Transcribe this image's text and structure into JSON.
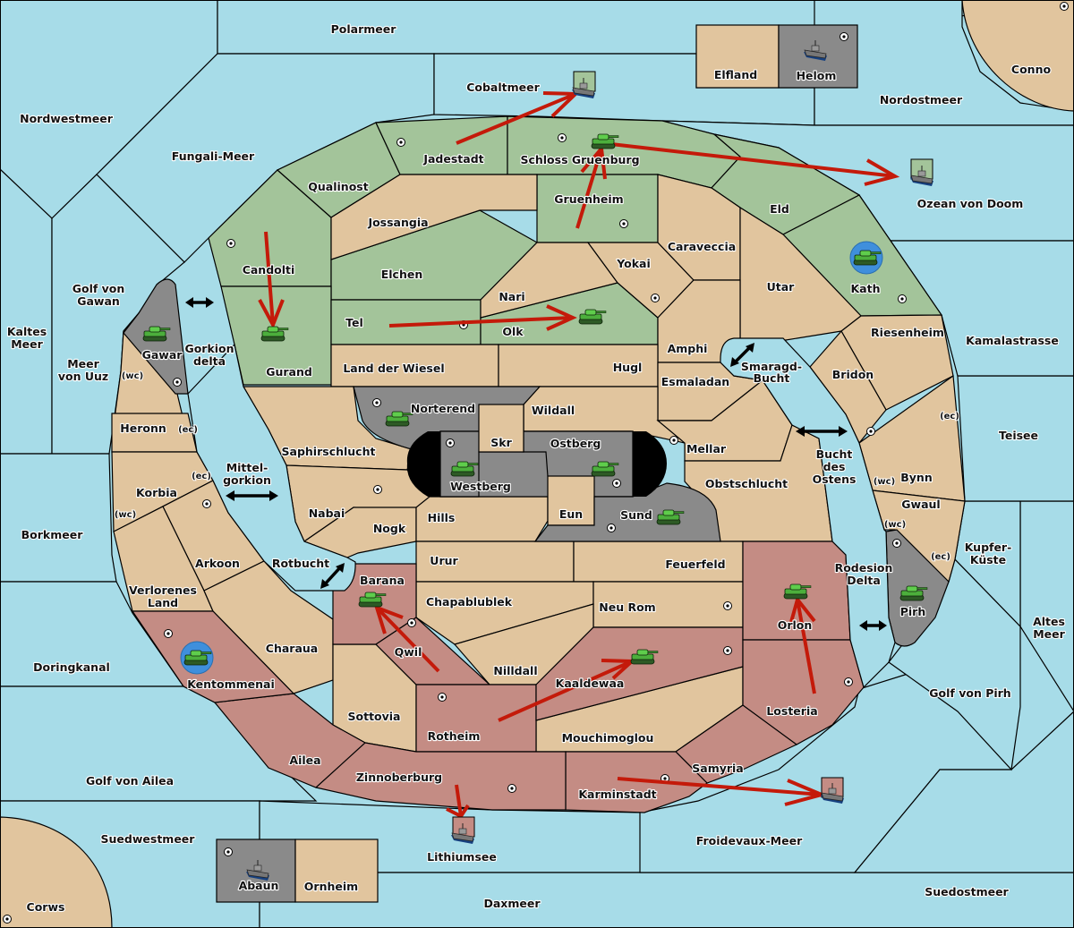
{
  "map": {
    "title": "Diplomacy map",
    "colors": {
      "sea": "#a7dce8",
      "neutral": "#e1c59e",
      "green_power": "#a3c49a",
      "red_power": "#c48c84",
      "gray_power": "#8a8a8a",
      "order_arrow": "#c41a0a",
      "unit_ring": "#3f8fdc"
    },
    "labels": {
      "polarmeer": "Polarmeer",
      "nordwestmeer": "Nordwestmeer",
      "fungali": "Fungali-Meer",
      "cobaltmeer": "Cobaltmeer",
      "elfland": "Elfland",
      "helom": "Helom",
      "conno": "Conno",
      "nordostmeer": "Nordostmeer",
      "ozean": "Ozean von Doom",
      "jadestadt": "Jadestadt",
      "schloss": "Schloss Gruenburg",
      "qualinost": "Qualinost",
      "jossangia": "Jossangia",
      "gruenheim": "Gruenheim",
      "eld": "Eld",
      "kath": "Kath",
      "caraveccia": "Caraveccia",
      "yokai": "Yokai",
      "candolti": "Candolti",
      "elchen": "Elchen",
      "nari": "Nari",
      "utar": "Utar",
      "golf_gawan_1": "Golf von",
      "golf_gawan_2": "Gawan",
      "kaltes_1": "Kaltes",
      "kaltes_2": "Meer",
      "meer_uuz_1": "Meer",
      "meer_uuz_2": "von Uuz",
      "gawar": "Gawar",
      "gorkion_1": "Gorkion",
      "gorkion_2": "delta",
      "gurand": "Gurand",
      "tel": "Tel",
      "olk": "Olk",
      "amphi": "Amphi",
      "smaragd_1": "Smaragd-",
      "smaragd_2": "Bucht",
      "riesenheim": "Riesenheim",
      "kamalastrasse": "Kamalastrasse",
      "land_wiesel": "Land der Wiesel",
      "hugl": "Hugl",
      "esmaladan": "Esmaladan",
      "bridon": "Bridon",
      "heronn": "Heronn",
      "norterend": "Norterend",
      "wildall": "Wildall",
      "skr": "Skr",
      "ostberg": "Ostberg",
      "mellar": "Mellar",
      "teisee": "Teisee",
      "saphirschlucht": "Saphirschlucht",
      "westberg": "Westberg",
      "mittel_1": "Mittel-",
      "mittel_2": "gorkion",
      "bucht_1": "Bucht",
      "bucht_2": "des",
      "bucht_3": "Ostens",
      "obstschlucht": "Obstschlucht",
      "bynn": "Bynn",
      "korbia": "Korbia",
      "nabai": "Nabai",
      "hills": "Hills",
      "eun": "Eun",
      "sund": "Sund",
      "gwaul": "Gwaul",
      "nogk": "Nogk",
      "borkmeer": "Borkmeer",
      "kupfer_1": "Kupfer-",
      "kupfer_2": "Küste",
      "urur": "Urur",
      "feuerfeld": "Feuerfeld",
      "arkoon": "Arkoon",
      "rotbucht": "Rotbucht",
      "barana": "Barana",
      "rodesion_1": "Rodesion",
      "rodesion_2": "Delta",
      "chapablublek": "Chapablublek",
      "neu_rom": "Neu Rom",
      "verlorenes_1": "Verlorenes",
      "verlorenes_2": "Land",
      "orlon": "Orlon",
      "pirh": "Pirh",
      "altes_1": "Altes",
      "altes_2": "Meer",
      "charaua": "Charaua",
      "qwil": "Qwil",
      "nilldall": "Nilldall",
      "kaaldewaa": "Kaaldewaa",
      "doringkanal": "Doringkanal",
      "kentommenai": "Kentommenai",
      "golf_pirh": "Golf von Pirh",
      "losteria": "Losteria",
      "sottovia": "Sottovia",
      "rotheim": "Rotheim",
      "mouchimoglou": "Mouchimoglou",
      "ailea": "Ailea",
      "samyria": "Samyria",
      "zinnoberburg": "Zinnoberburg",
      "karminstadt": "Karminstadt",
      "golf_ailea": "Golf von Ailea",
      "lithiumsee": "Lithiumsee",
      "suedwestmeer": "Suedwestmeer",
      "froidevaux": "Froidevaux-Meer",
      "abaun": "Abaun",
      "ornheim": "Ornheim",
      "suedostmeer": "Suedostmeer",
      "daxmeer": "Daxmeer",
      "corws": "Corws"
    },
    "coast_tags": {
      "wc": "(wc)",
      "ec": "(ec)"
    }
  }
}
